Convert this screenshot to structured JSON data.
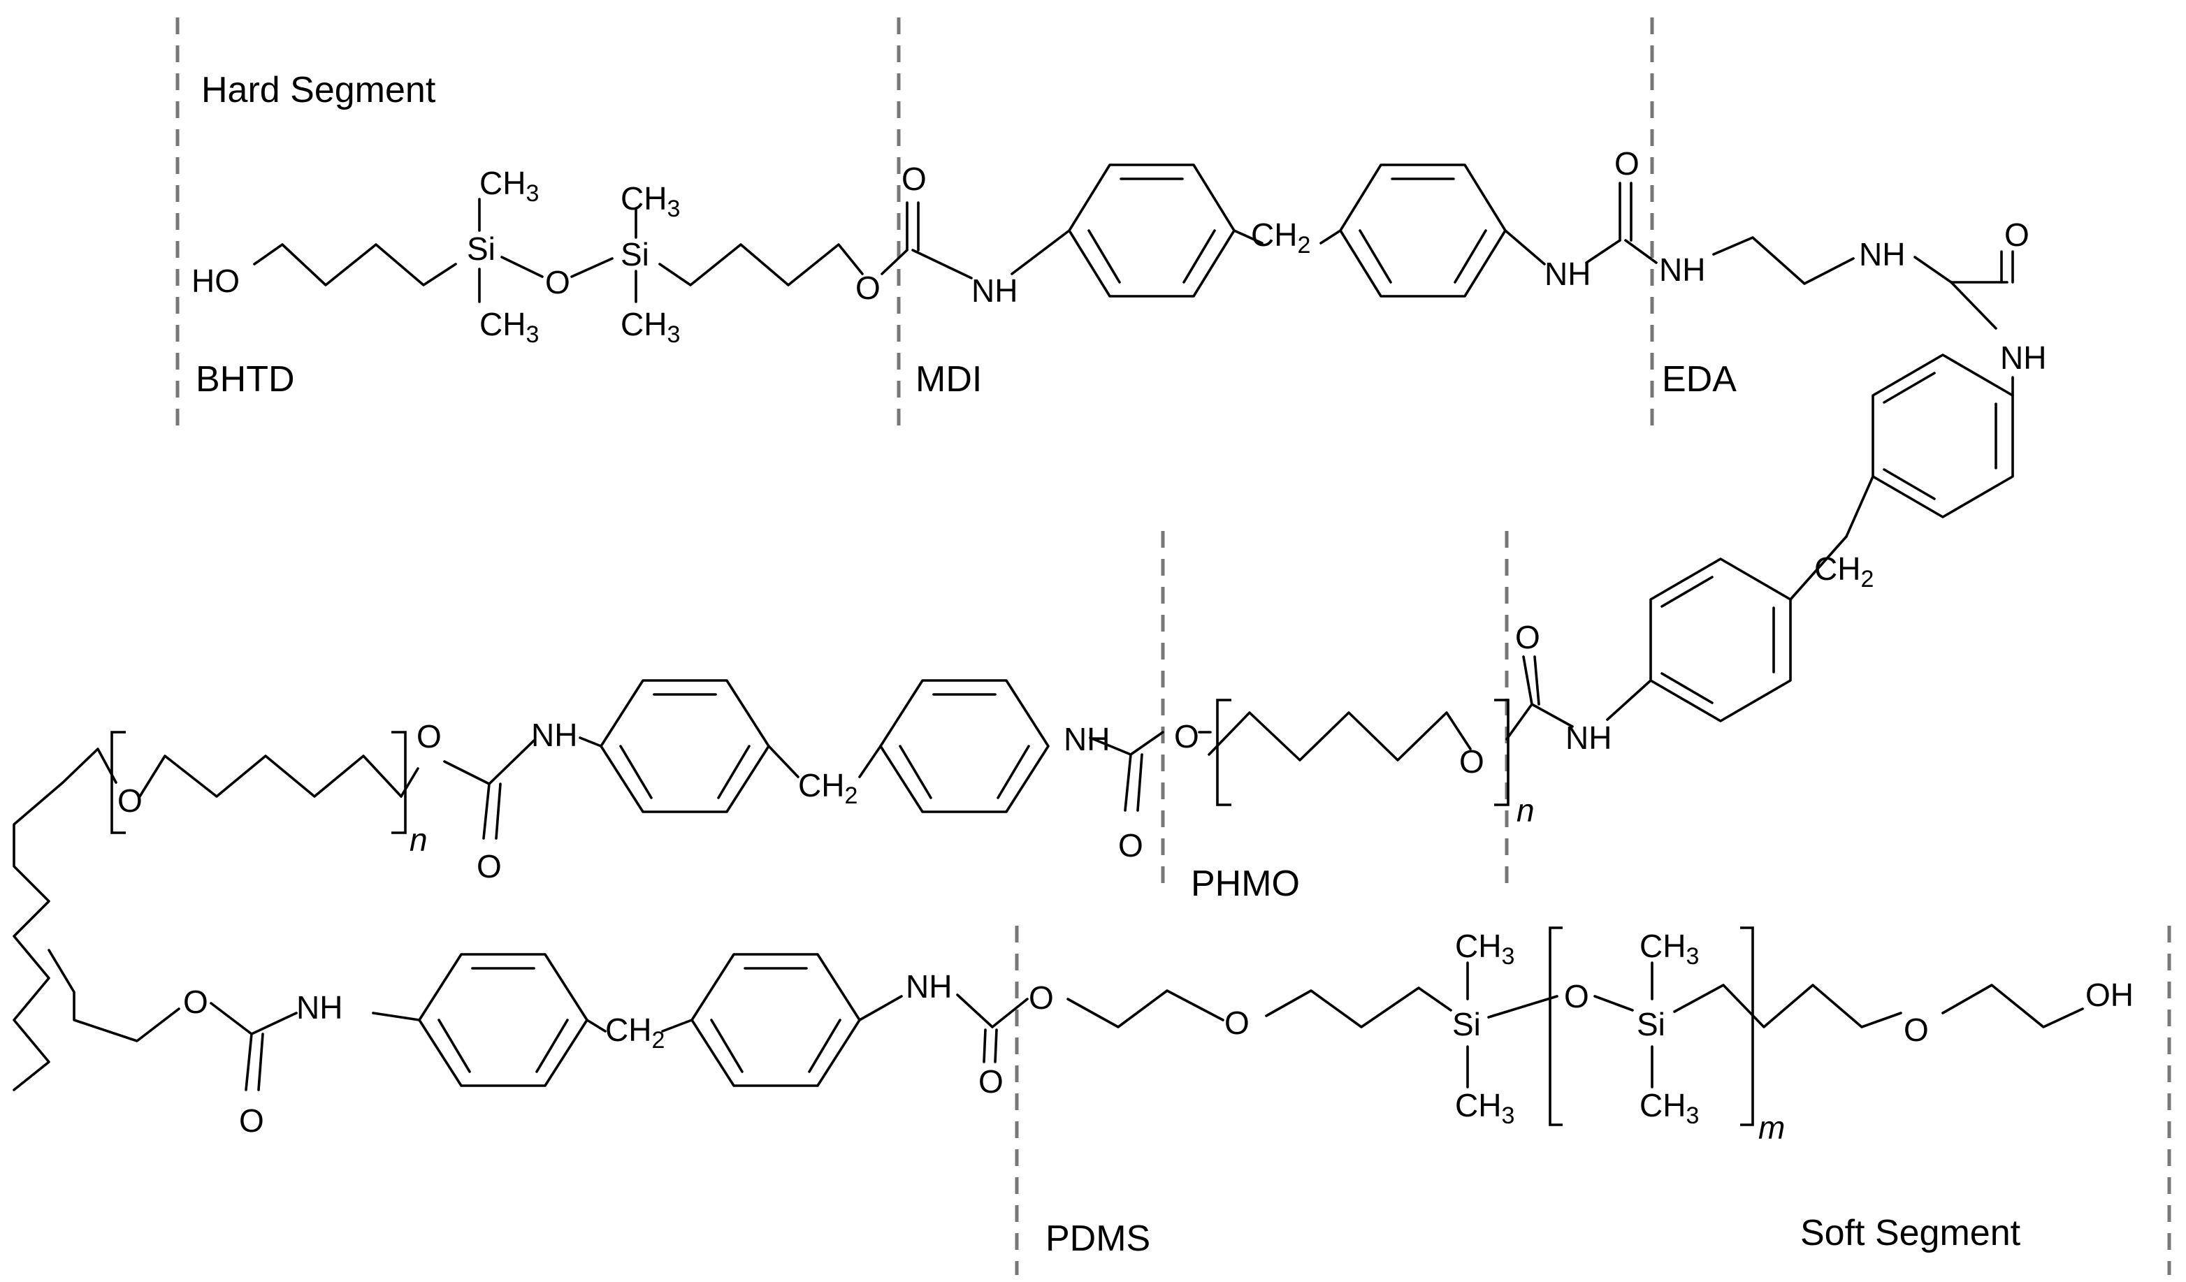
{
  "segments": {
    "hard_segment": "Hard Segment",
    "soft_segment": "Soft Segment",
    "bhtd": "BHTD",
    "mdi": "MDI",
    "eda": "EDA",
    "phmo": "PHMO",
    "pdms": "PDMS"
  },
  "atoms": {
    "ho": "HO",
    "oh": "OH",
    "o": "O",
    "nh": "NH",
    "si": "Si",
    "ch": "CH",
    "sub2": "2",
    "sub3": "3"
  },
  "repeat_units": {
    "n": "n",
    "m": "m"
  },
  "colors": {
    "bond": "#000000",
    "divider": "#777777",
    "background": "#ffffff"
  }
}
